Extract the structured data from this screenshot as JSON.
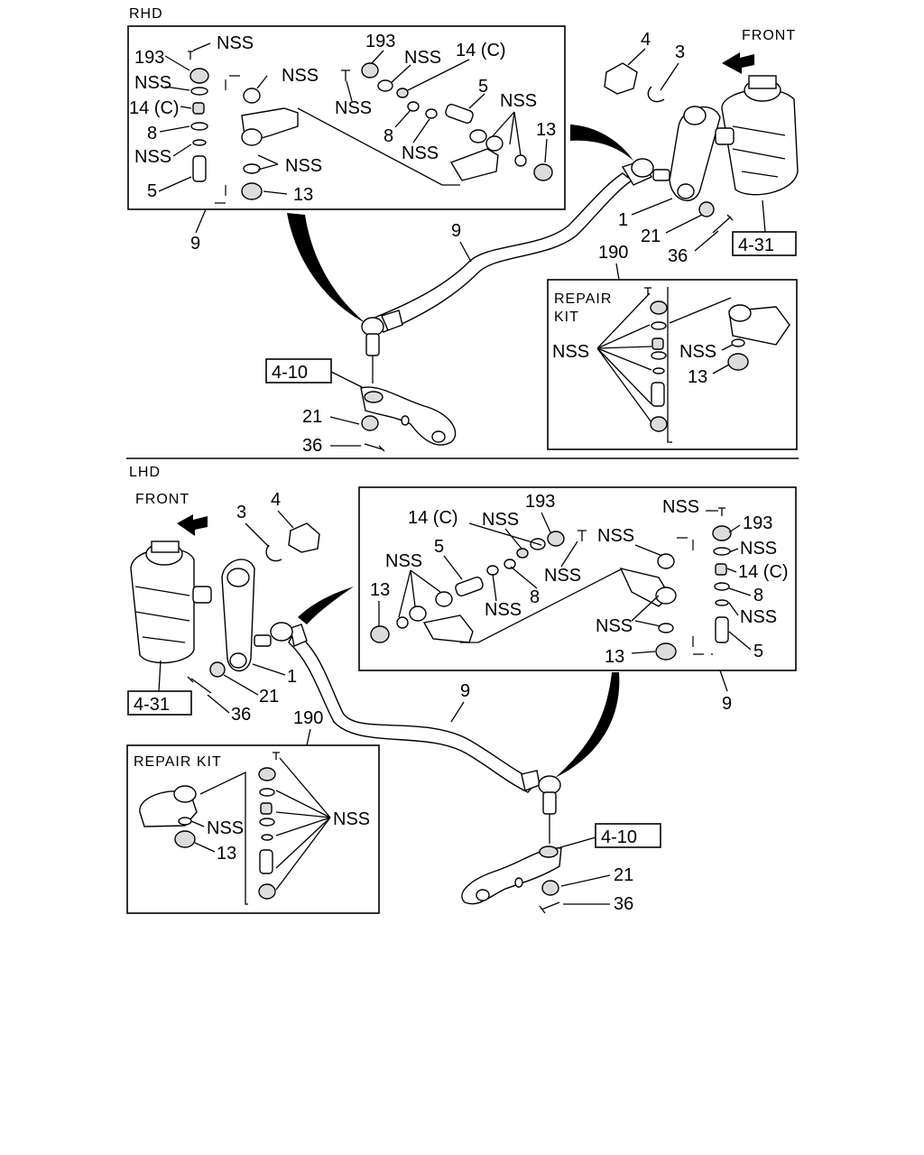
{
  "sections": {
    "rhd": "RHD",
    "lhd": "LHD"
  },
  "labels": {
    "front": "FRONT",
    "repair_kit_rhd_line1": "REPAIR",
    "repair_kit_rhd_line2": "KIT",
    "repair_kit_lhd": "REPAIR KIT",
    "nss": "NSS",
    "p193": "193",
    "p14c": "14 (C)",
    "p8": "8",
    "p5": "5",
    "p13": "13",
    "p9": "9",
    "p4": "4",
    "p3": "3",
    "p1": "1",
    "p21": "21",
    "p36": "36",
    "p190": "190",
    "ref431": "4-31",
    "ref410": "4-10"
  }
}
